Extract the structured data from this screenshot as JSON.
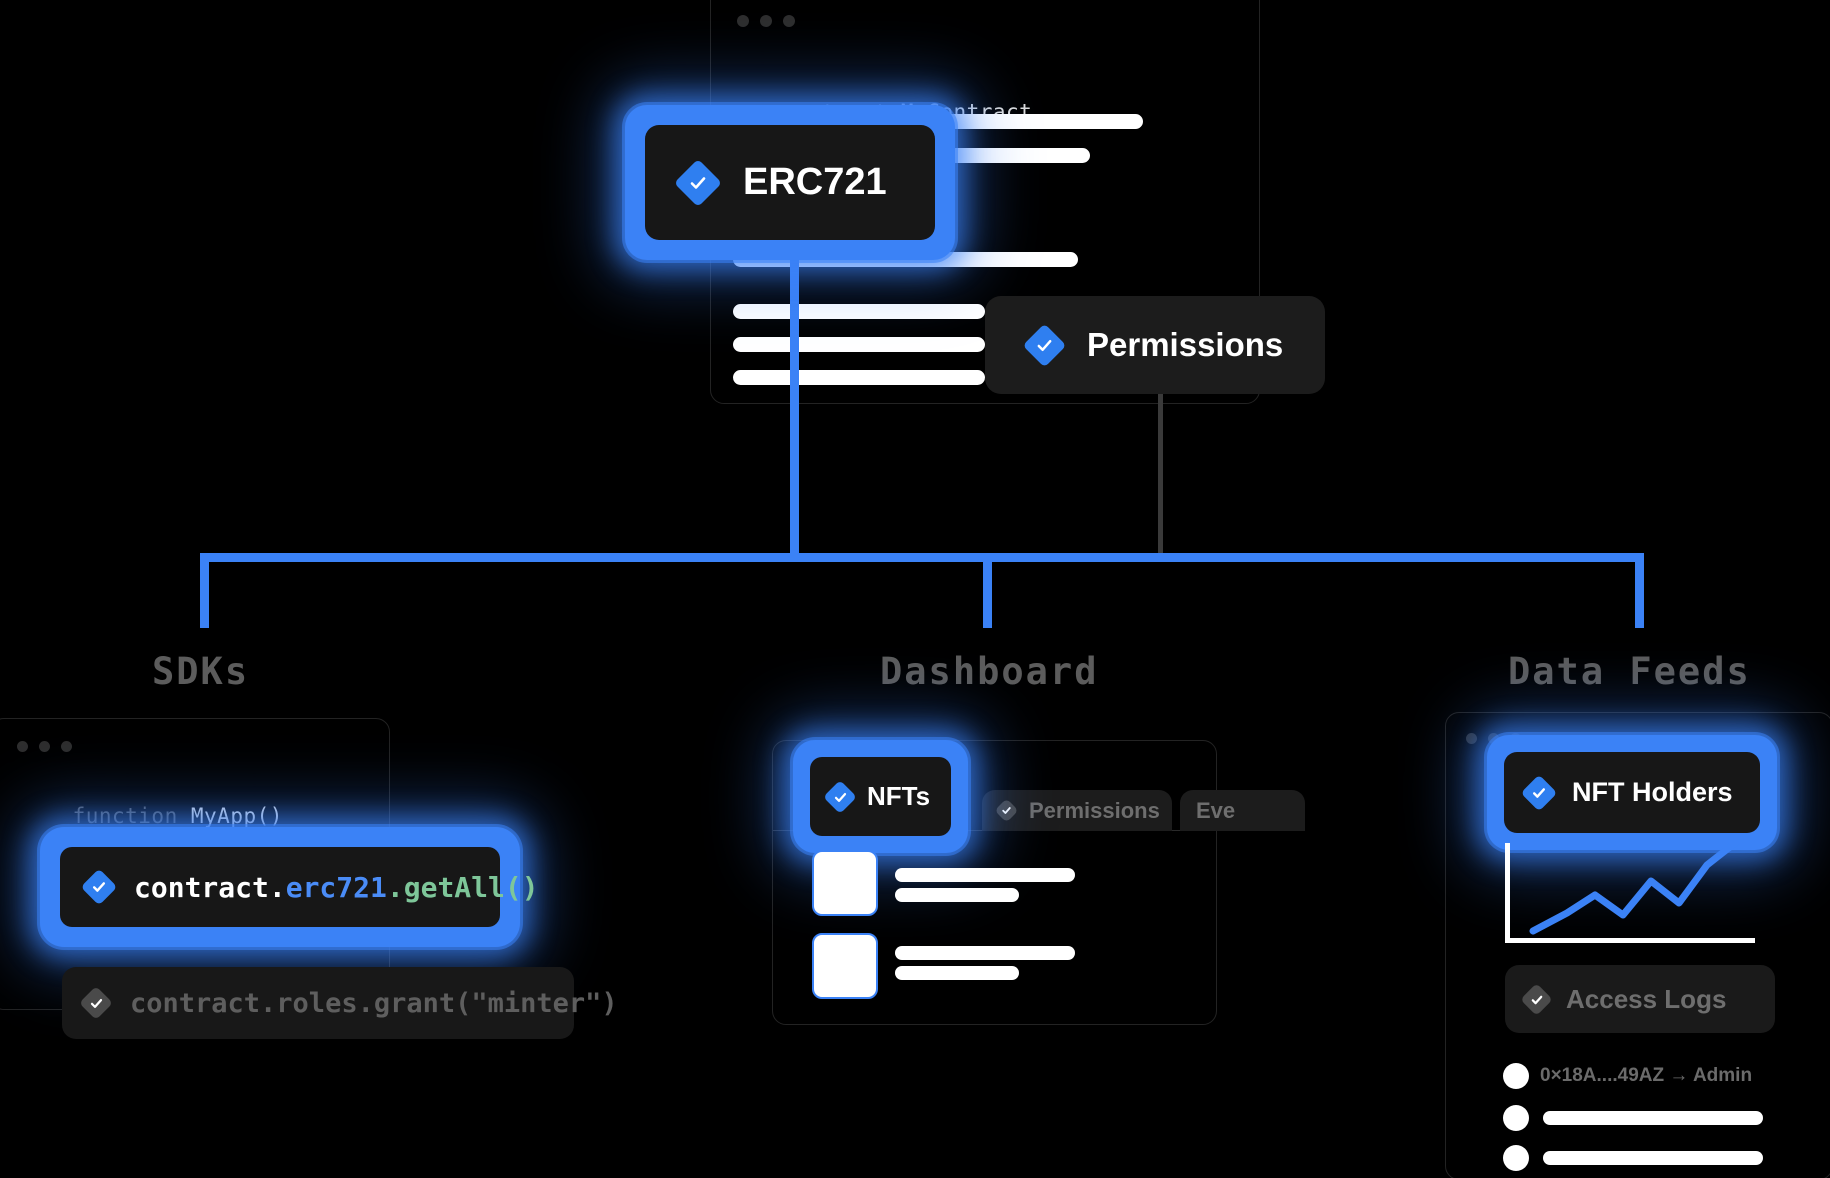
{
  "theme": {
    "background": "#000000",
    "accent": "#3b82f6",
    "accent_badge": "#2f7ff0",
    "card": "#171717",
    "muted_text": "#6e6e6e",
    "code_blue": "#4a8cf7",
    "code_green": "#7ec699"
  },
  "top_window": {
    "code_keyword": "contract",
    "code_name": "MyContract",
    "selected_chip": {
      "label": "ERC721",
      "icon": "check-diamond-icon",
      "state": "selected"
    },
    "floating_chip": {
      "label": "Permissions",
      "icon": "check-diamond-icon",
      "state": "default"
    }
  },
  "sections": [
    {
      "id": "sdks",
      "title": "SDKs"
    },
    {
      "id": "dashboard",
      "title": "Dashboard"
    },
    {
      "id": "data-feeds",
      "title": "Data  Feeds"
    }
  ],
  "sdks": {
    "code_keyword": "function",
    "code_name": "MyApp()",
    "selected_row": {
      "icon": "check-diamond-icon",
      "parts": [
        {
          "text": "contract.",
          "color": "white"
        },
        {
          "text": "erc721",
          "color": "blue"
        },
        {
          "text": ".getAll()",
          "color": "green"
        }
      ],
      "plain_text": "contract.erc721.getAll()",
      "state": "selected"
    },
    "muted_row": {
      "icon": "check-diamond-icon",
      "text": "contract.roles.grant(\"minter\")",
      "state": "default"
    }
  },
  "dashboard": {
    "tabs": [
      {
        "label": "NFTs",
        "icon": "check-diamond-icon",
        "state": "selected"
      },
      {
        "label": "Permissions",
        "icon": "check-diamond-icon",
        "state": "default"
      },
      {
        "label": "Eve",
        "icon": "none",
        "state": "default",
        "truncated": true
      }
    ],
    "list_items": [
      {
        "thumbnail": "nft-thumbnail",
        "line1": "",
        "line2": ""
      },
      {
        "thumbnail": "nft-thumbnail",
        "line1": "",
        "line2": ""
      }
    ]
  },
  "data_feeds": {
    "selected_chip": {
      "label": "NFT Holders",
      "icon": "check-diamond-icon",
      "state": "selected"
    },
    "muted_chip": {
      "label": "Access Logs",
      "icon": "check-diamond-icon",
      "state": "default"
    },
    "rows": [
      {
        "avatar": "avatar",
        "text": "0×18A....49AZ  →  Admin"
      },
      {
        "avatar": "avatar",
        "text": ""
      },
      {
        "avatar": "avatar",
        "text": ""
      }
    ]
  },
  "chart_data": {
    "type": "line",
    "title": "NFT Holders",
    "xlabel": "",
    "ylabel": "",
    "x": [
      0,
      1,
      2,
      3,
      4,
      5,
      6,
      7
    ],
    "values": [
      12,
      32,
      44,
      26,
      58,
      38,
      70,
      52
    ],
    "ylim": [
      0,
      100
    ],
    "grid": false,
    "legend": "none",
    "series_color": "#3b82f6"
  }
}
